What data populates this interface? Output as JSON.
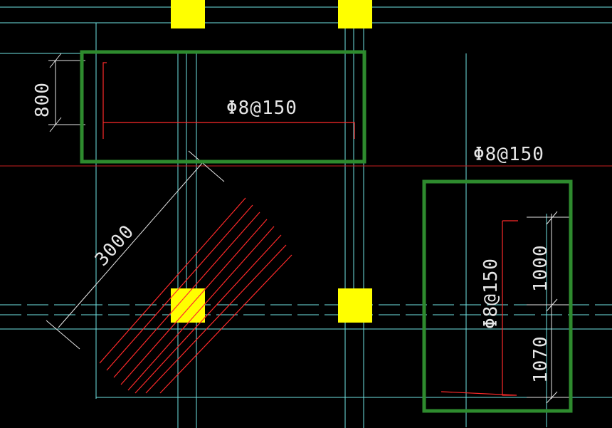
{
  "colors": {
    "background": "#000000",
    "axis": "#6fe3e3",
    "column": "#ffff00",
    "rebar": "#ff2a2a",
    "highlight": "#2e8b2e",
    "dimension": "#e6e6e6",
    "text": "#e6e6e6"
  },
  "labels": {
    "rebar_top": "Φ8@150",
    "rebar_mid": "Φ8@150",
    "rebar_right": "Φ8@150"
  },
  "dimensions": {
    "top_left": "800",
    "diagonal": "3000",
    "right_upper": "1000",
    "right_lower": "1070"
  }
}
